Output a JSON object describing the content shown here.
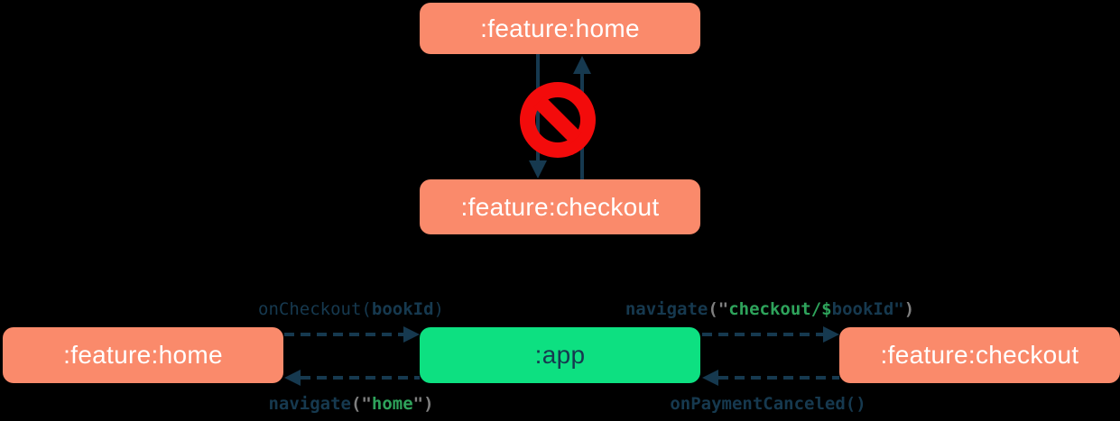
{
  "colors": {
    "background": "#000000",
    "feature_box": "#FA8A6B",
    "app_box": "#0DE081",
    "arrow_navy": "#16394F",
    "box_text_light": "#FFFFFF",
    "forbidden_red": "#F30B0B",
    "code_navy": "#16394F",
    "code_string_green": "#2EA35B",
    "code_punct_gray": "#7F7F7F"
  },
  "forbidden_graph": {
    "home_label": ":feature:home",
    "checkout_label": ":feature:checkout",
    "icon": "no-entry-sign",
    "meaning": "direct dependency between feature modules is not allowed"
  },
  "mediator_graph": {
    "home_label": ":feature:home",
    "app_label": ":app",
    "checkout_label": ":feature:checkout",
    "labels": {
      "on_checkout": {
        "fn": "onCheckout",
        "open_paren": "(",
        "arg": "bookId",
        "close_paren": ")"
      },
      "navigate_home": {
        "fn": "navigate",
        "open": "(\"",
        "str": "home",
        "close": "\")"
      },
      "navigate_checkout": {
        "fn": "navigate",
        "open": "(\"",
        "str": "checkout/",
        "dollar": "$",
        "var": "bookId",
        "quote": "\"",
        "close_paren": ")"
      },
      "on_payment_canceled": {
        "fn": "onPaymentCanceled",
        "parens": "()"
      }
    }
  }
}
